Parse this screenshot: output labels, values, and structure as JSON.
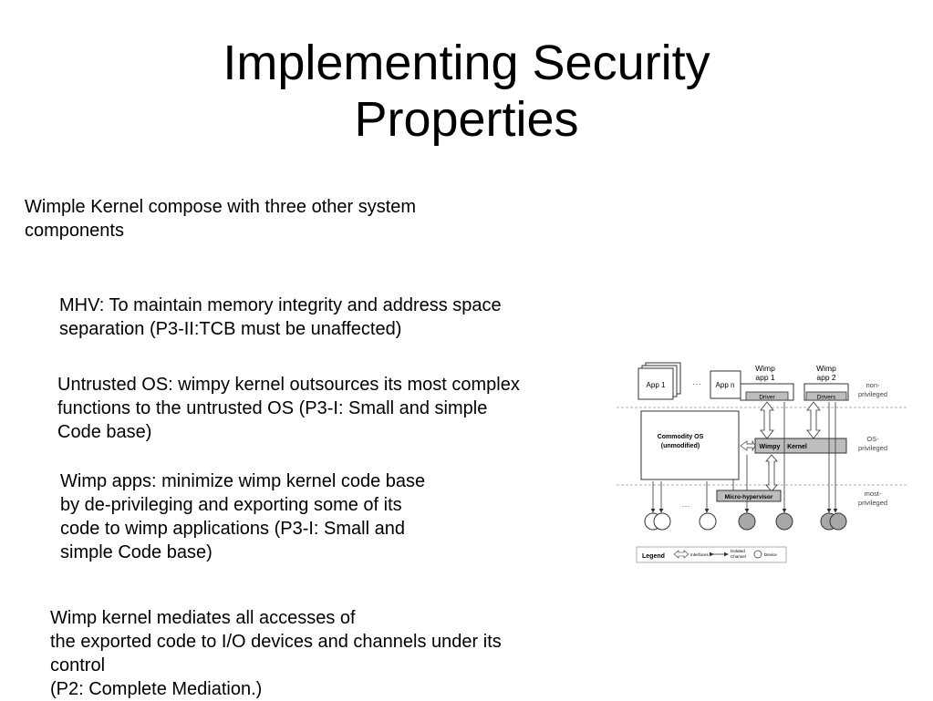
{
  "title": {
    "line1": "Implementing Security",
    "line2": "Properties"
  },
  "paragraphs": {
    "intro": " Wimple Kernel compose with three other system\ncomponents",
    "mhv": " MHV: To maintain memory integrity and address space\nseparation (P3-II:TCB must be unaffected)",
    "untrusted_os": "Untrusted OS: wimpy kernel outsources its most complex\nfunctions to the untrusted OS (P3-I: Small and simple\nCode base)",
    "wimp_apps": "Wimp apps: minimize wimp kernel code base\nby de-privileging and exporting some of its\ncode to wimp applications (P3-I: Small and\nsimple Code base)",
    "mediation": "Wimp kernel mediates all accesses of\nthe exported code to I/O devices and channels under its\ncontrol\n(P2: Complete Mediation.)"
  },
  "diagram": {
    "app1": "App 1",
    "appn": "App n",
    "ellipsis": "···",
    "wimp_app1_line1": "Wimp",
    "wimp_app1_line2": "app 1",
    "wimp_app2_line1": "Wimp",
    "wimp_app2_line2": "app 2",
    "driver": "Driver",
    "drivers": "Drivers",
    "commodity_os_line1": "Commodity OS",
    "commodity_os_line2": "(unmodified)",
    "wimpy": "Wimpy",
    "kernel": "Kernel",
    "micro_hypervisor": "Micro-hypervisor",
    "level_nonpriv_1": "non-",
    "level_nonpriv_2": "privileged",
    "level_os_1": "OS-",
    "level_os_2": "privileged",
    "level_most_1": "most-",
    "level_most_2": "privileged",
    "legend": "Legend",
    "legend_interfaces": "Interfaces",
    "legend_isolated_1": "Isolated",
    "legend_isolated_2": "Channel",
    "legend_device": "Device"
  }
}
